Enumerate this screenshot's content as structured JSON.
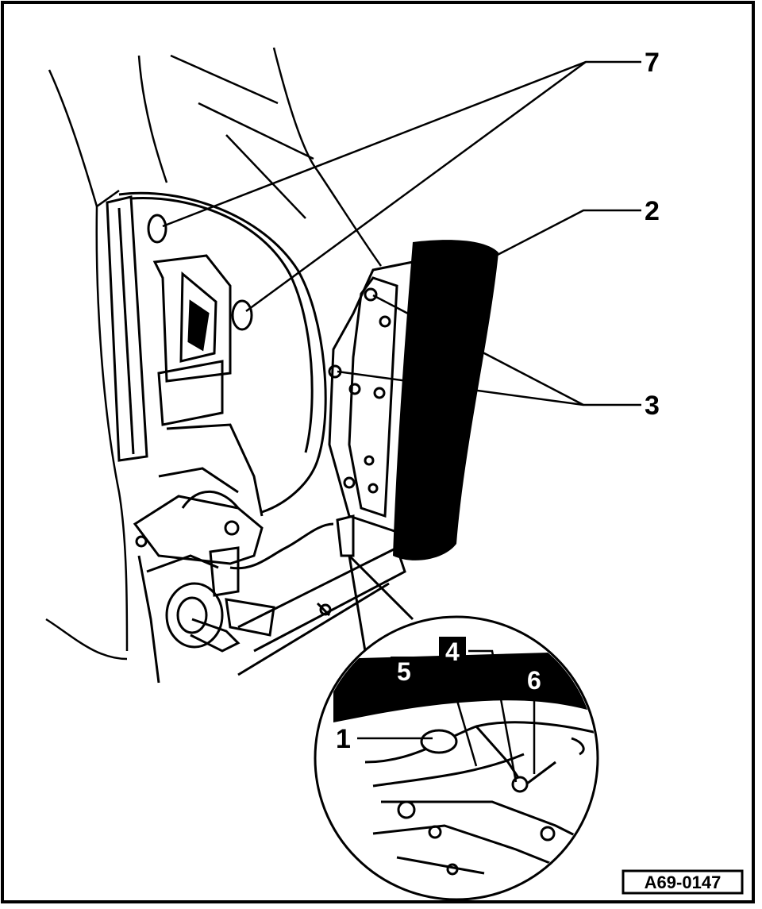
{
  "callouts": {
    "c1": "1",
    "c2": "2",
    "c3": "3",
    "c4": "4",
    "c5": "5",
    "c6": "6",
    "c7": "7"
  },
  "figure_ref": "A69-0147"
}
